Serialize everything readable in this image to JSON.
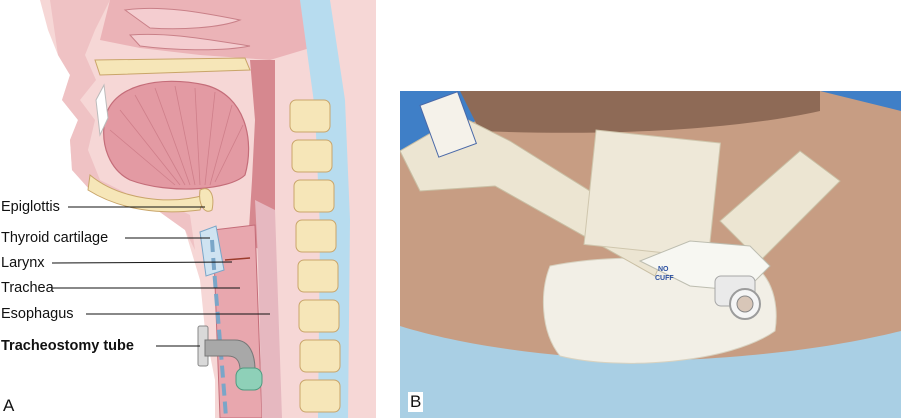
{
  "figure": {
    "panel_a": {
      "letter": "A",
      "labels": {
        "epiglottis": "Epiglottis",
        "thyroid_cartilage": "Thyroid cartilage",
        "larynx": "Larynx",
        "trachea": "Trachea",
        "esophagus": "Esophagus",
        "tracheostomy_tube": "Tracheostomy tube"
      }
    },
    "panel_b": {
      "letter": "B",
      "tube_print_no": "NO",
      "tube_print_cuff": "CUFF"
    }
  },
  "colors": {
    "tissue_pink": "#f2c4c7",
    "deep_pink": "#e39aa3",
    "bone_yellow": "#f6e6b8",
    "spine_blue": "#b7dcef",
    "tube_gray": "#a8a8a8",
    "cuff_green": "#8ed0b8",
    "drape_blue": "#a9cfe4",
    "background_blue": "#3f7fc7"
  }
}
